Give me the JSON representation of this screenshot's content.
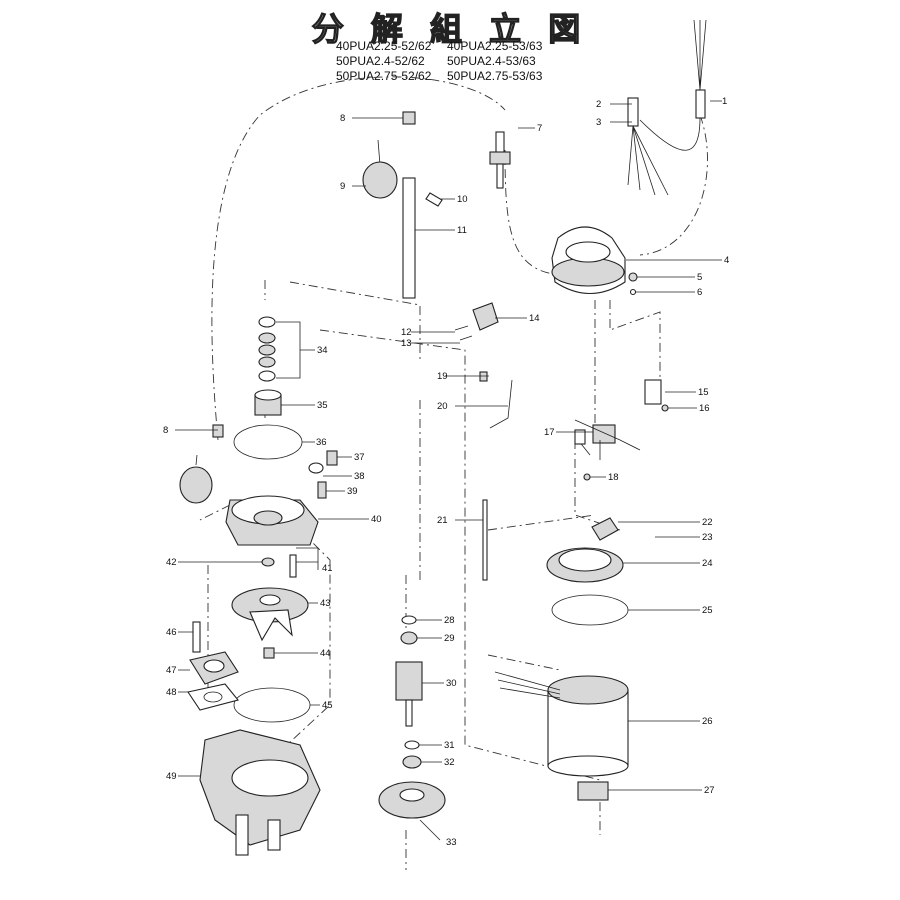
{
  "title": "分 解 組 立 図",
  "models": [
    "40PUA2.25-52/62",
    "40PUA2.25-53/63",
    "50PUA2.4-52/62",
    "50PUA2.4-53/63",
    "50PUA2.75-52/62",
    "50PUA2.75-53/63"
  ],
  "part_numbers": [
    "1",
    "2",
    "3",
    "4",
    "5",
    "6",
    "7",
    "8",
    "9",
    "10",
    "11",
    "12",
    "13",
    "14",
    "15",
    "16",
    "17",
    "18",
    "19",
    "20",
    "21",
    "22",
    "23",
    "24",
    "25",
    "26",
    "27",
    "28",
    "29",
    "30",
    "31",
    "32",
    "33",
    "34",
    "35",
    "8",
    "36",
    "37",
    "38",
    "39",
    "40",
    "41",
    "42",
    "43",
    "44",
    "45",
    "46",
    "47",
    "48",
    "49"
  ]
}
